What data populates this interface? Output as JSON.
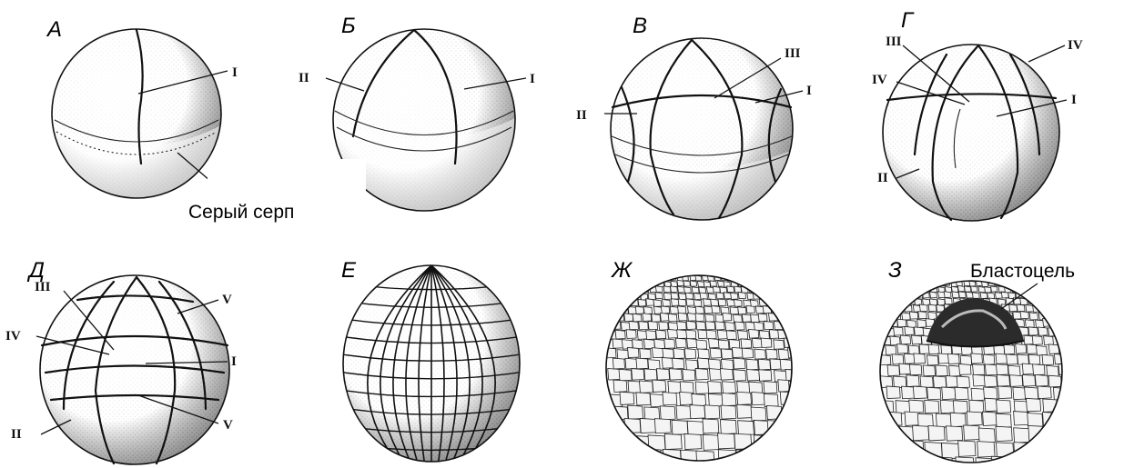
{
  "panels": [
    {
      "id": "A",
      "letter": "А",
      "furrows": [
        "I"
      ],
      "annotation": "Серый серп"
    },
    {
      "id": "B",
      "letter": "Б",
      "furrows": [
        "II",
        "I"
      ]
    },
    {
      "id": "V",
      "letter": "В",
      "furrows": [
        "III",
        "II",
        "I"
      ]
    },
    {
      "id": "G",
      "letter": "Г",
      "furrows": [
        "III",
        "IV",
        "IV",
        "I",
        "II"
      ]
    },
    {
      "id": "D",
      "letter": "Д",
      "furrows": [
        "III",
        "V",
        "IV",
        "I",
        "II",
        "V"
      ]
    },
    {
      "id": "E",
      "letter": "Е",
      "furrows": []
    },
    {
      "id": "Zh",
      "letter": "Ж",
      "furrows": []
    },
    {
      "id": "Z",
      "letter": "З",
      "furrows": [],
      "annotation": "Бластоцель"
    }
  ],
  "colors": {
    "ink": "#111111",
    "paper": "#ffffff",
    "stipple": "#2a2a2a"
  }
}
